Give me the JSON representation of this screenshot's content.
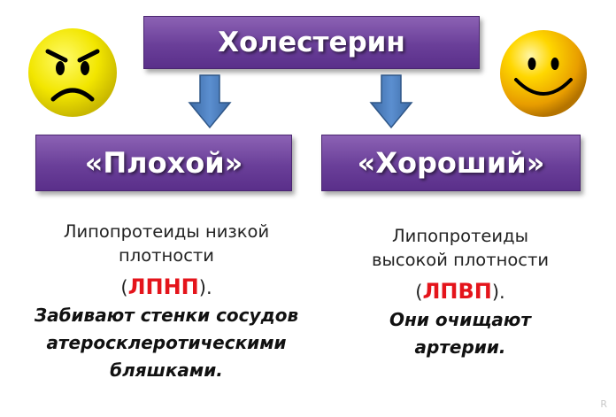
{
  "title": "Холестерин",
  "bad": {
    "label": "«Плохой»",
    "desc_line1": "Липопротеиды низкой",
    "desc_line2": "плотности",
    "paren_open": "(",
    "abbr": "ЛПНП",
    "paren_close": ").",
    "effect_line1": "Забивают стенки сосудов",
    "effect_line2": "атеросклеротическими",
    "effect_line3": "бляшками."
  },
  "good": {
    "label": "«Хороший»",
    "desc_line1": "Липопротеиды",
    "desc_line2": "высокой плотности",
    "paren_open": "(",
    "abbr": "ЛПВП",
    "paren_close": ").",
    "effect_line1": "Они очищают",
    "effect_line2": "артерии."
  },
  "watermark": "R",
  "colors": {
    "box_purple": "#6a3f99",
    "arrow_blue": "#4f81bd",
    "abbr_red": "#e4141b",
    "face_yellow": "#f2e600",
    "happy_gold": "#f5b800"
  },
  "icons": {
    "sad": "sad-face-icon",
    "happy": "happy-face-icon"
  }
}
